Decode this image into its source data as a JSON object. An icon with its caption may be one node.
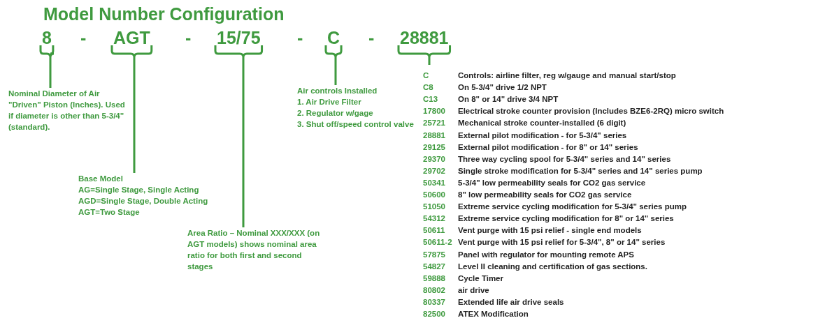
{
  "diagram": {
    "title": "Model Number Configuration",
    "nodes": [
      {
        "text": [
          "8"
        ]
      },
      {
        "text": [
          "AGT"
        ]
      },
      {
        "text": [
          "15/75"
        ]
      },
      {
        "text": [
          "C"
        ]
      },
      {
        "text": [
          "28881"
        ]
      },
      {
        "text": [
          "Nominal Diameter of Air \"Driven\" Piston (Inches). Used if diameter is other than 5-3/4\" (standard)."
        ]
      },
      {
        "text": [
          "Base Model",
          "AG=Single Stage, Single Acting",
          "AGD=Single Stage, Double Acting",
          "AGT=Two Stage"
        ]
      },
      {
        "text": [
          "Area Ratio – Nominal XXX/XXX (on AGT models) shows nominal area ratio for both first and second stages"
        ]
      },
      {
        "text": [
          "Air controls Installed",
          "1. Air Drive Filter",
          "2. Regulator w/gage",
          "3. Shut off/speed control valve"
        ]
      }
    ],
    "edges": [
      {
        "from": 0,
        "to": 5,
        "arrow": "none"
      },
      {
        "from": 1,
        "to": 6,
        "arrow": "none"
      },
      {
        "from": 2,
        "to": 7,
        "arrow": "none"
      },
      {
        "from": 3,
        "to": 8,
        "arrow": "none"
      },
      {
        "from": 4,
        "to": null,
        "arrow": "none"
      }
    ],
    "labels": [
      "-",
      "-",
      "-",
      "-",
      "C",
      "Controls: airline filter, reg w/gauge and manual start/stop",
      "C8",
      "On 5-3/4\" drive 1/2 NPT",
      "C13",
      "On  8\" or 14\" drive 3/4 NPT",
      "17800",
      "Electrical stroke counter provision (Includes BZE6-2RQ) micro switch",
      "25721",
      "Mechanical stroke counter-installed (6 digit)",
      "28881",
      "External pilot modification - for 5-3/4\" series",
      "29125",
      "External pilot modification - for 8\" or 14\" series",
      "29370",
      "Three way cycling spool for 5-3/4\" series and 14\" series",
      "29702",
      "Single stroke modification for 5-3/4\" series and 14\" series pump",
      "50341",
      "5-3/4\" low permeability seals for CO2 gas service",
      "50600",
      "8\" low permeability seals for CO2 gas service",
      "51050",
      "Extreme service cycling modification for 5-3/4\" series pump",
      "54312",
      "Extreme service cycling modification for 8\" or 14\" series",
      "50611",
      "Vent purge with 15 psi relief - single end models",
      "50611-2",
      "Vent purge with 15 psi relief for  5-3/4\", 8\" or 14\" series",
      "57875",
      "Panel with regulator for mounting remote APS",
      "54827",
      "Level II cleaning and certification of gas sections.",
      "59888",
      "Cycle Timer",
      "80802",
      "air drive",
      "80337",
      "Extended life air drive seals",
      "82500",
      "ATEX Modification"
    ]
  }
}
